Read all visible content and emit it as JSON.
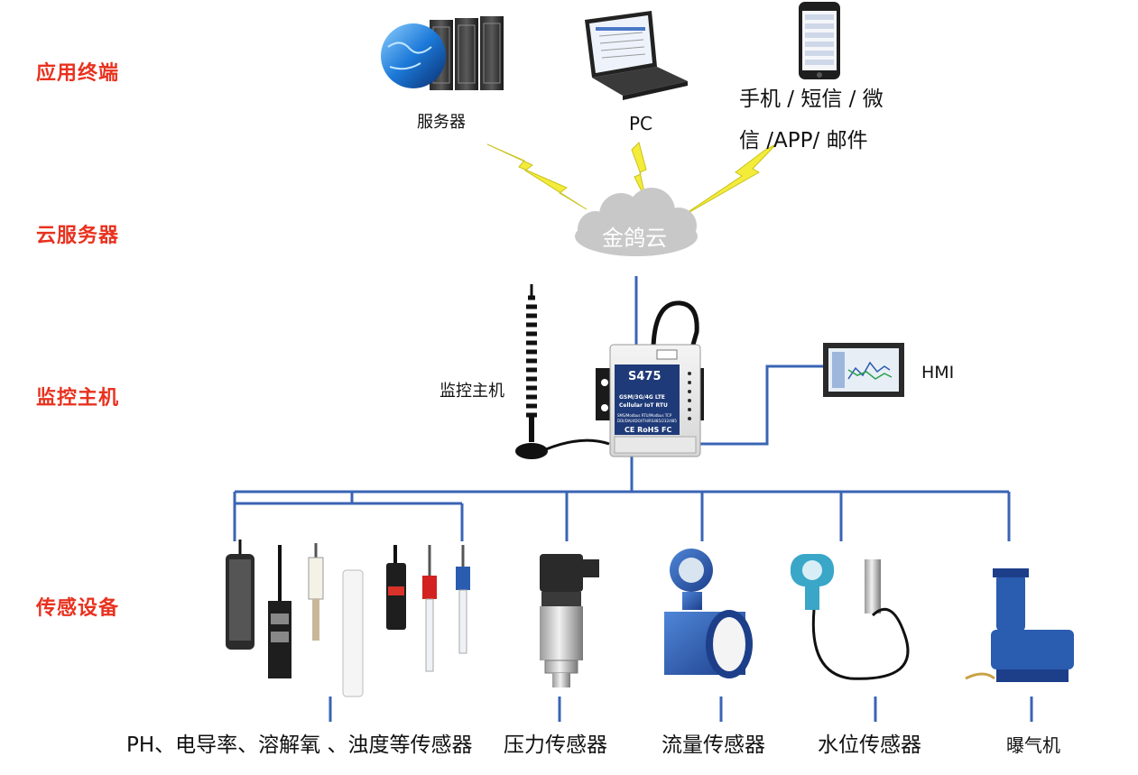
{
  "tiers": {
    "app": "应用终端",
    "cloud": "云服务器",
    "host": "监控主机",
    "sensor": "传感设备"
  },
  "terminals": {
    "server": "服务器",
    "pc": "PC",
    "mobile_line1": "手机 / 短信 / 微",
    "mobile_line2": "信 /APP/ 邮件"
  },
  "cloud": {
    "name": "金鸽云"
  },
  "host": {
    "label": "监控主机",
    "device_model": "S475",
    "device_line1": "GSM/3G/4G LTE",
    "device_line2": "Cellular IoT RTU",
    "device_line3": "SMS/Modbus RTU/Modbus TCP",
    "device_line4": "DDI/DAI/4DO/ITH/RS485/232/485",
    "device_cert": "CE RoHS FC",
    "hmi": "HMI"
  },
  "sensors": {
    "water_quality": "PH、电导率、溶解氧 、浊度等传感器",
    "pressure": "压力传感器",
    "flow": "流量传感器",
    "level": "水位传感器",
    "aerator": "曝气机"
  },
  "colors": {
    "tier_label": "#e8321f",
    "wire": "#3a64b4",
    "lightning": "#f3ec3a",
    "cloud": "#c8c8c8"
  }
}
